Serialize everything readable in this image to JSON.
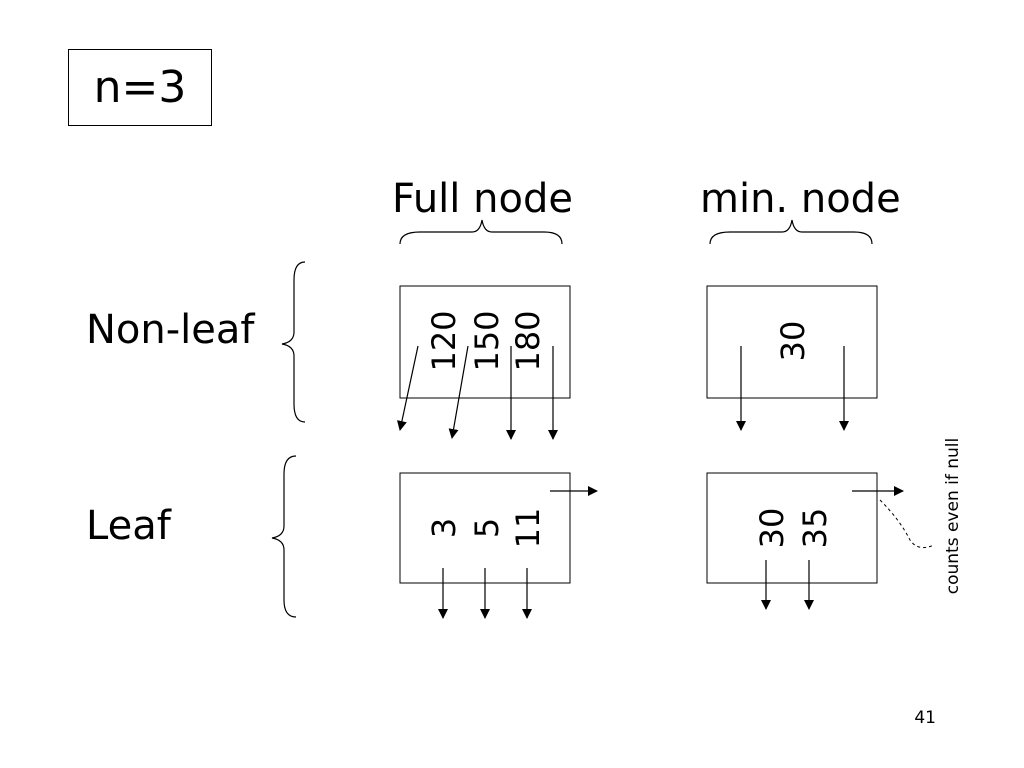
{
  "title": "n=3",
  "columns": {
    "full": "Full node",
    "min": "min. node"
  },
  "rows": {
    "nonleaf": "Non-leaf",
    "leaf": "Leaf"
  },
  "nonleaf_full_keys": [
    "120",
    "150",
    "180"
  ],
  "nonleaf_min_keys": [
    "30"
  ],
  "leaf_full_keys": [
    "3",
    "5",
    "11"
  ],
  "leaf_min_keys": [
    "30",
    "35"
  ],
  "note": "counts even if null",
  "page_number": "41"
}
